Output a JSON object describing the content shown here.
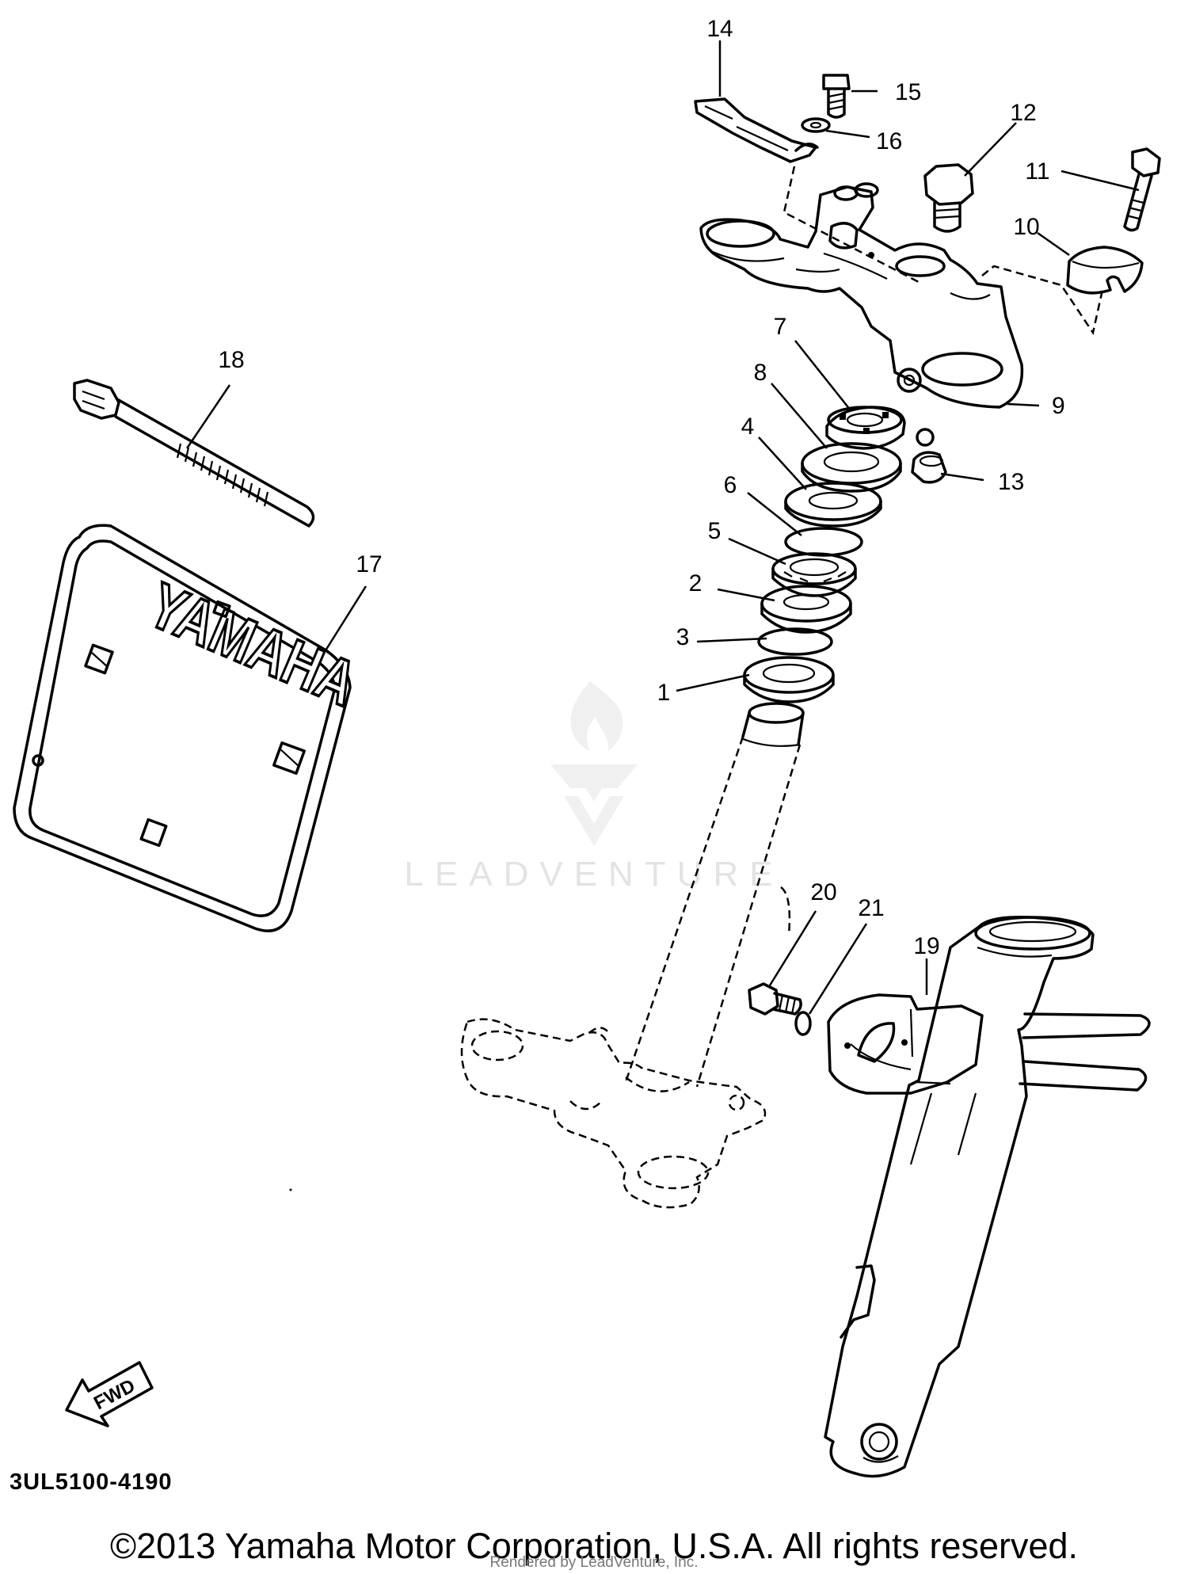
{
  "diagram": {
    "code": "3UL5100-4190",
    "fwd_label": "FWD",
    "plate_lettering": "YAMAHA",
    "watermark": "LEADVENTURE",
    "callouts": [
      {
        "id": 1,
        "label": "1"
      },
      {
        "id": 2,
        "label": "2"
      },
      {
        "id": 3,
        "label": "3"
      },
      {
        "id": 4,
        "label": "4"
      },
      {
        "id": 5,
        "label": "5"
      },
      {
        "id": 6,
        "label": "6"
      },
      {
        "id": 7,
        "label": "7"
      },
      {
        "id": 8,
        "label": "8"
      },
      {
        "id": 9,
        "label": "9"
      },
      {
        "id": 10,
        "label": "10"
      },
      {
        "id": 11,
        "label": "11"
      },
      {
        "id": 12,
        "label": "12"
      },
      {
        "id": 13,
        "label": "13"
      },
      {
        "id": 14,
        "label": "14"
      },
      {
        "id": 15,
        "label": "15"
      },
      {
        "id": 16,
        "label": "16"
      },
      {
        "id": 17,
        "label": "17"
      },
      {
        "id": 18,
        "label": "18"
      },
      {
        "id": 19,
        "label": "19"
      },
      {
        "id": 20,
        "label": "20"
      },
      {
        "id": 21,
        "label": "21"
      }
    ]
  },
  "footer": {
    "copyright": "©2013 Yamaha Motor Corporation, U.S.A. All rights reserved.",
    "rendered_by": "Rendered by LeadVenture, Inc."
  }
}
